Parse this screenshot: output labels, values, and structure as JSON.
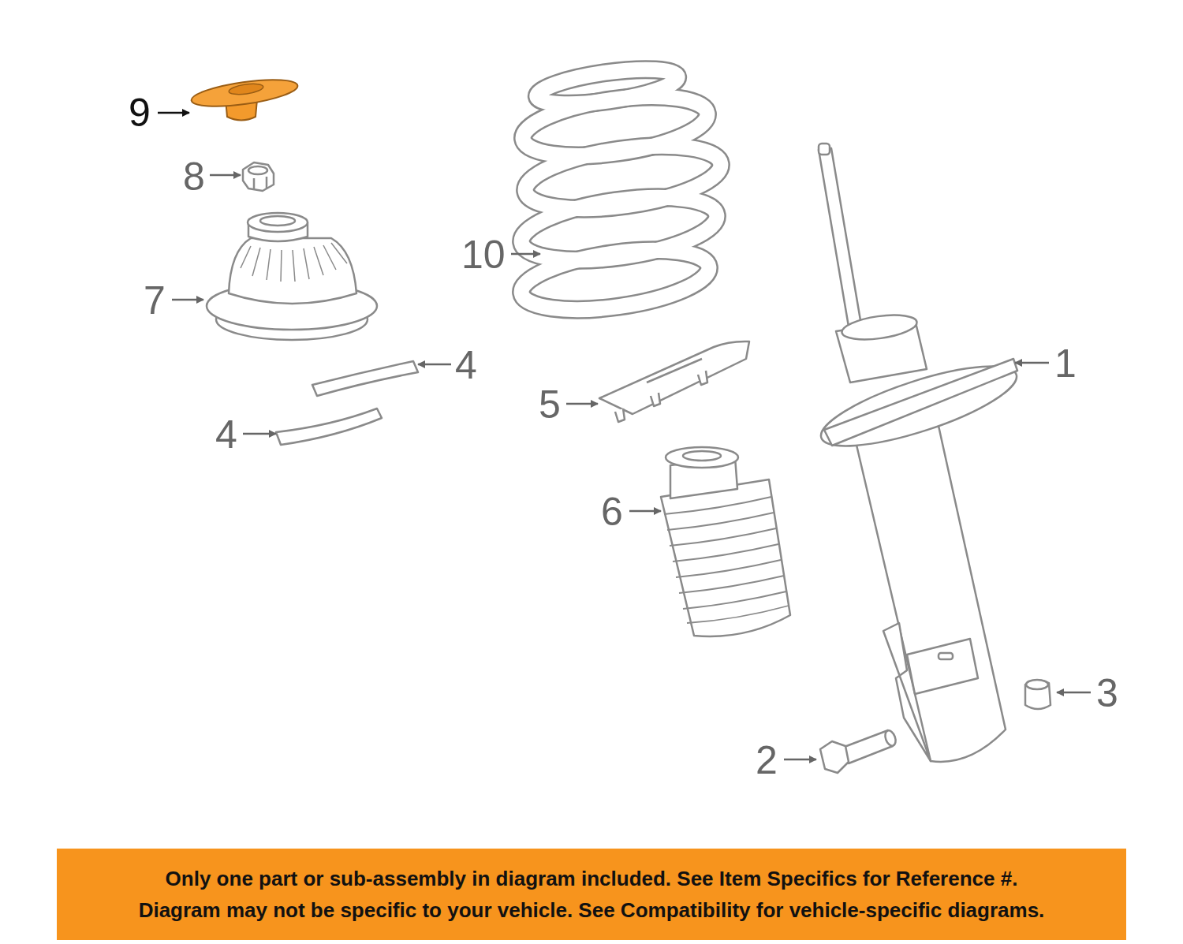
{
  "diagram": {
    "nodes": [
      {
        "text": [
          "Only one part or sub-assembly in diagram included. See Item Specifics for Reference #.",
          "Diagram may not be specific to your vehicle. See Compatibility for vehicle-specific diagrams."
        ]
      }
    ],
    "labels": [
      "9",
      "8",
      "7",
      "10",
      "1",
      "4",
      "5",
      "4",
      "6",
      "3",
      "2"
    ]
  }
}
